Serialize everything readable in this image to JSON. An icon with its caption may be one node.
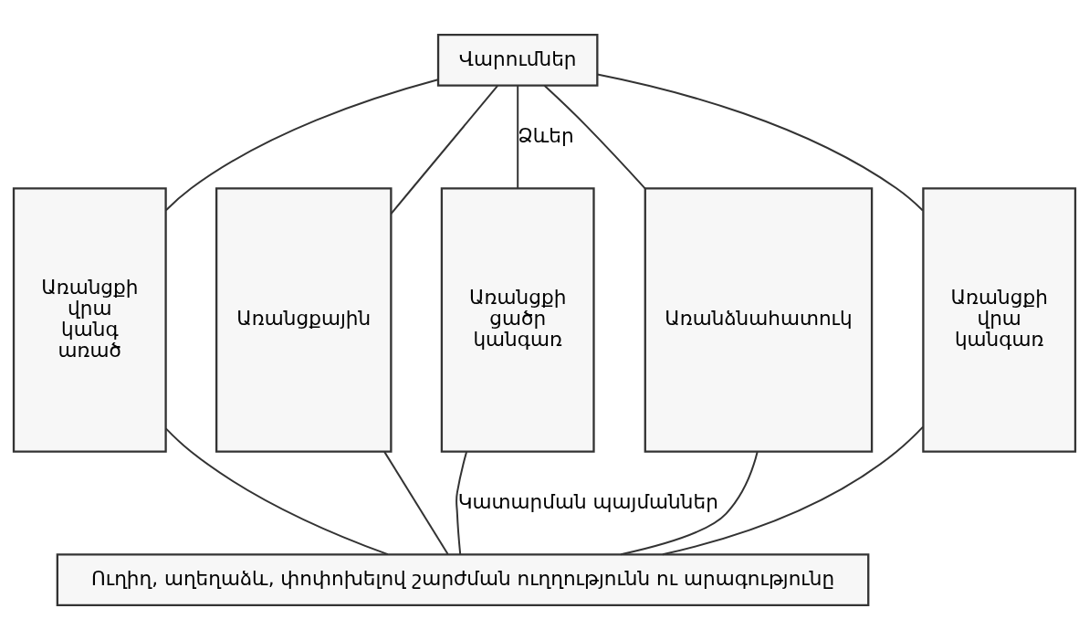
{
  "diagram": {
    "nodes": [
      {
        "text": [
          "Վարումներ"
        ]
      },
      {
        "text": [
          "Առանցքի վրա կանգ առած"
        ]
      },
      {
        "text": [
          "Առանցքային"
        ]
      },
      {
        "text": [
          "Առանցքի ցածր կանգառ"
        ]
      },
      {
        "text": [
          "Առանձնահատուկ"
        ]
      },
      {
        "text": [
          "Առանցքի վրա կանգառ"
        ]
      },
      {
        "text": [
          "Ուղիղ, աղեղաձև, փոփոխելով շարժման ուղղությունն ու արագությունը"
        ]
      }
    ],
    "edges": [
      {
        "from": 0,
        "to": 1,
        "arrow": "none"
      },
      {
        "from": 0,
        "to": 2,
        "arrow": "none"
      },
      {
        "from": 0,
        "to": 3,
        "arrow": "none",
        "label": "Ձևեր"
      },
      {
        "from": 0,
        "to": 4,
        "arrow": "none"
      },
      {
        "from": 0,
        "to": 5,
        "arrow": "none"
      },
      {
        "from": 1,
        "to": 6,
        "arrow": "none"
      },
      {
        "from": 2,
        "to": 6,
        "arrow": "none"
      },
      {
        "from": 3,
        "to": 6,
        "arrow": "none",
        "label": "Կատարման պայմաններ"
      },
      {
        "from": 4,
        "to": 6,
        "arrow": "none"
      },
      {
        "from": 5,
        "to": 6,
        "arrow": "none"
      }
    ]
  }
}
